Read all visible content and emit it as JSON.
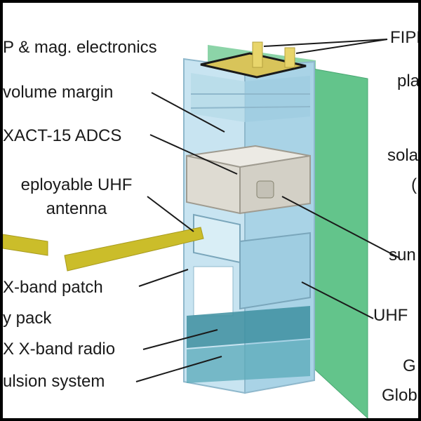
{
  "labels": {
    "payload_electronics": "P & mag. electronics",
    "volume_margin": "volume margin",
    "adcs": "XACT-15 ADCS",
    "uhf_antenna_line1": "eployable UHF",
    "uhf_antenna_line2": "antenna",
    "xband_patch": "X-band patch",
    "battery_pack": "y pack",
    "xband_radio": "X X-band radio",
    "propulsion": "ulsion system",
    "fipex": "FIPE",
    "plasma": "pla",
    "solar": "sola",
    "solar_paren": "(",
    "sun_sensor": "sun",
    "uhf_radio": "UHF",
    "gps_top": "G",
    "gps_bottom": "Glob"
  },
  "colors": {
    "solar_panel": "#63c48b",
    "chassis": "#b9dcec",
    "adcs_module": "#d3d0c6",
    "antenna": "#cbbd2a",
    "radio_module": "#3e8fa0",
    "payload_board": "#d8c45a"
  }
}
